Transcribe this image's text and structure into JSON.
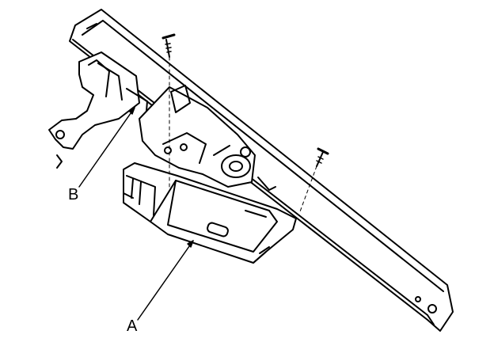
{
  "diagram": {
    "callouts": [
      {
        "id": "A",
        "label": "A"
      },
      {
        "id": "B",
        "label": "B"
      }
    ],
    "colors": {
      "line": "#000000",
      "paper": "#ffffff"
    }
  }
}
